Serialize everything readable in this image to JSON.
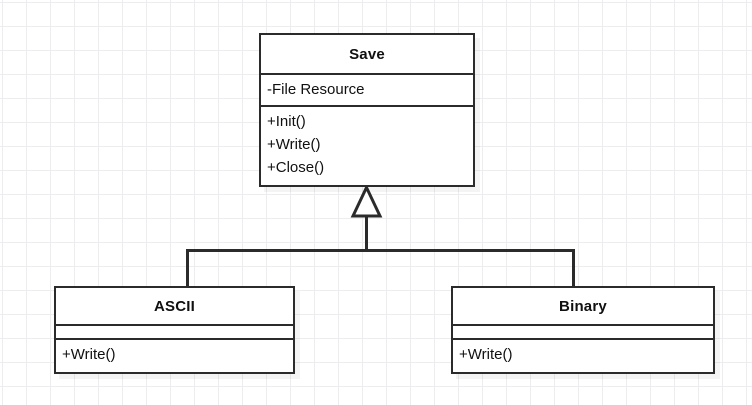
{
  "diagram": {
    "type": "uml-class-diagram",
    "relationship": "generalization",
    "background": "#ffffff",
    "grid_color": "#ededf0",
    "line_color": "#2b2b2b",
    "text_color": "#101010"
  },
  "classes": {
    "parent": {
      "name": "Save",
      "attributes": [
        {
          "text": "-File Resource",
          "visibility": "private",
          "label": "File Resource"
        }
      ],
      "methods": [
        {
          "text": "+Init()",
          "visibility": "public",
          "label": "Init()"
        },
        {
          "text": "+Write()",
          "visibility": "public",
          "label": "Write()"
        },
        {
          "text": "+Close()",
          "visibility": "public",
          "label": "Close()"
        }
      ]
    },
    "child_left": {
      "name": "ASCII",
      "attributes": [],
      "methods": [
        {
          "text": "+Write()",
          "visibility": "public",
          "label": "Write()"
        }
      ]
    },
    "child_right": {
      "name": "Binary",
      "attributes": [],
      "methods": [
        {
          "text": "+Write()",
          "visibility": "public",
          "label": "Write()"
        }
      ]
    }
  }
}
